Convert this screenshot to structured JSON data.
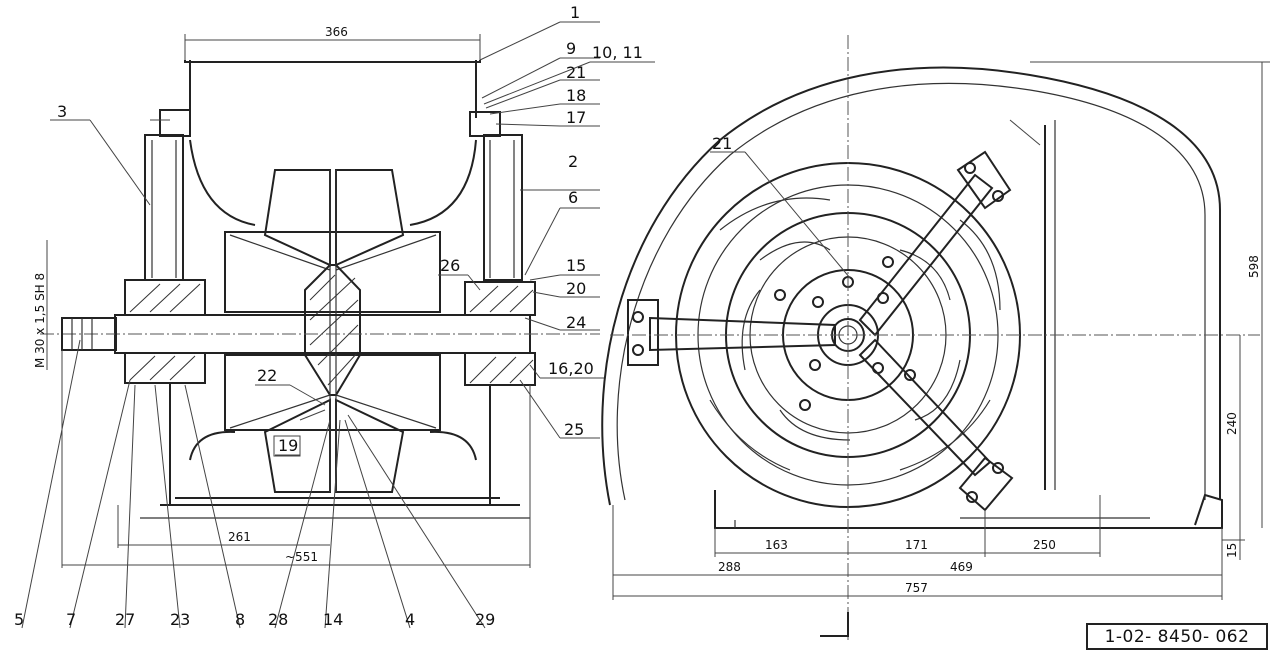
{
  "drawing_number": "1-02- 8450- 062",
  "thread_note": "M 30 x 1,5 SH 8",
  "dimensions": {
    "width_top": "366",
    "shaft_offset": "261",
    "overall_length": "~551",
    "height_total": "598",
    "axis_height": "240",
    "base_offset": "15",
    "base_spacing_1": "163",
    "base_spacing_2": "171",
    "base_spacing_3": "250",
    "left_to_axis": "288",
    "axis_to_right": "469",
    "overall_width": "757"
  },
  "callouts": {
    "c1": "1",
    "c2": "2",
    "c3": "3",
    "c4": "4",
    "c5": "5",
    "c6": "6",
    "c7": "7",
    "c8": "8",
    "c9": "9",
    "c10_11": "10, 11",
    "c14": "14",
    "c15": "15",
    "c16_20": "16,20",
    "c17": "17",
    "c18": "18",
    "c19": "19",
    "c20": "20",
    "c21": "21",
    "c21b": "21",
    "c22": "22",
    "c23": "23",
    "c24": "24",
    "c25": "25",
    "c26": "26",
    "c27": "27",
    "c28": "28",
    "c29": "29"
  }
}
